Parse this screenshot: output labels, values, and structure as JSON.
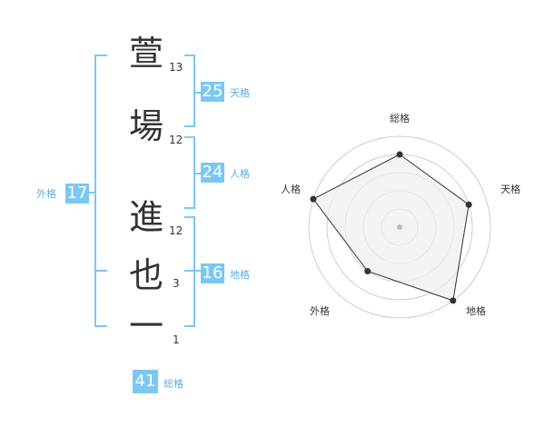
{
  "name": {
    "chars": [
      {
        "char": "萱",
        "strokes": "13"
      },
      {
        "char": "場",
        "strokes": "12"
      },
      {
        "char": "進",
        "strokes": "12"
      },
      {
        "char": "也",
        "strokes": "3"
      },
      {
        "char": "一",
        "strokes": "1"
      }
    ]
  },
  "fortunes": {
    "tenkaku": {
      "value": "25",
      "label": "天格"
    },
    "jinkaku": {
      "value": "24",
      "label": "人格"
    },
    "chikaku": {
      "value": "16",
      "label": "地格"
    },
    "gaikaku": {
      "value": "17",
      "label": "外格"
    },
    "soukaku": {
      "value": "41",
      "label": "総格"
    }
  },
  "chart_data": {
    "type": "radar",
    "axes": [
      "総格",
      "天格",
      "地格",
      "外格",
      "人格"
    ],
    "values": [
      4,
      4,
      5,
      3,
      5
    ],
    "max": 5,
    "rings": 5
  },
  "colors": {
    "accent": "#7cc7f2",
    "label": "#5aaee6",
    "grid": "#cccccc",
    "fill": "#eeeeee"
  }
}
